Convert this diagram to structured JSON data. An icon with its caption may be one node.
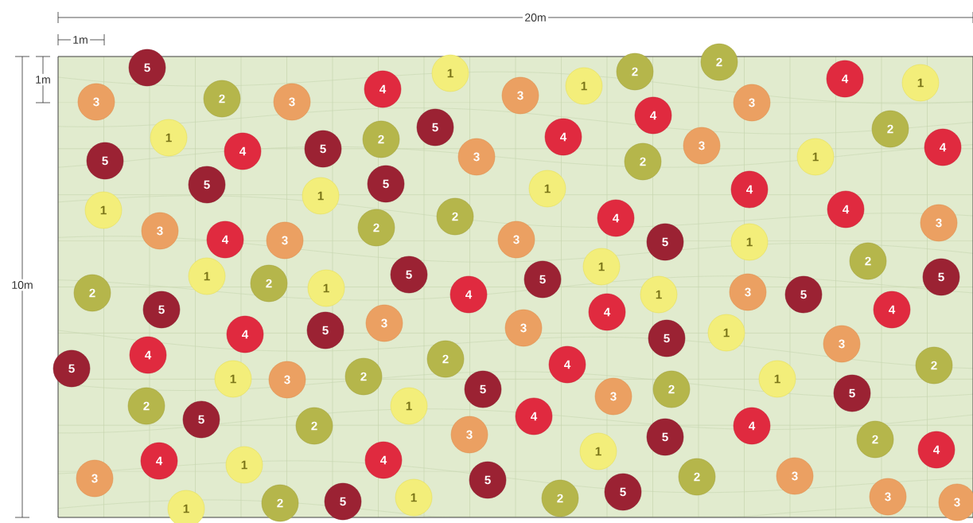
{
  "diagram": {
    "nodes": [
      {
        "text": [
          "5"
        ]
      },
      {
        "text": [
          "2"
        ]
      },
      {
        "text": [
          "1"
        ]
      },
      {
        "text": [
          "2"
        ]
      },
      {
        "text": [
          "4"
        ]
      },
      {
        "text": [
          "1"
        ]
      },
      {
        "text": [
          "4"
        ]
      },
      {
        "text": [
          "1"
        ]
      },
      {
        "text": [
          "3"
        ]
      },
      {
        "text": [
          "2"
        ]
      },
      {
        "text": [
          "3"
        ]
      },
      {
        "text": [
          "3"
        ]
      },
      {
        "text": [
          "3"
        ]
      },
      {
        "text": [
          "4"
        ]
      },
      {
        "text": [
          "5"
        ]
      },
      {
        "text": [
          "2"
        ]
      },
      {
        "text": [
          "1"
        ]
      },
      {
        "text": [
          "4"
        ]
      },
      {
        "text": [
          "5"
        ]
      },
      {
        "text": [
          "2"
        ]
      },
      {
        "text": [
          "4"
        ]
      },
      {
        "text": [
          "3"
        ]
      },
      {
        "text": [
          "4"
        ]
      },
      {
        "text": [
          "5"
        ]
      },
      {
        "text": [
          "3"
        ]
      },
      {
        "text": [
          "2"
        ]
      },
      {
        "text": [
          "1"
        ]
      },
      {
        "text": [
          "5"
        ]
      },
      {
        "text": [
          "5"
        ]
      },
      {
        "text": [
          "1"
        ]
      },
      {
        "text": [
          "1"
        ]
      },
      {
        "text": [
          "4"
        ]
      },
      {
        "text": [
          "1"
        ]
      },
      {
        "text": [
          "4"
        ]
      },
      {
        "text": [
          "2"
        ]
      },
      {
        "text": [
          "4"
        ]
      },
      {
        "text": [
          "3"
        ]
      },
      {
        "text": [
          "3"
        ]
      },
      {
        "text": [
          "4"
        ]
      },
      {
        "text": [
          "3"
        ]
      },
      {
        "text": [
          "2"
        ]
      },
      {
        "text": [
          "3"
        ]
      },
      {
        "text": [
          "5"
        ]
      },
      {
        "text": [
          "1"
        ]
      },
      {
        "text": [
          "2"
        ]
      },
      {
        "text": [
          "1"
        ]
      },
      {
        "text": [
          "2"
        ]
      },
      {
        "text": [
          "1"
        ]
      },
      {
        "text": [
          "5"
        ]
      },
      {
        "text": [
          "5"
        ]
      },
      {
        "text": [
          "1"
        ]
      },
      {
        "text": [
          "5"
        ]
      },
      {
        "text": [
          "2"
        ]
      },
      {
        "text": [
          "4"
        ]
      },
      {
        "text": [
          "1"
        ]
      },
      {
        "text": [
          "3"
        ]
      },
      {
        "text": [
          "5"
        ]
      },
      {
        "text": [
          "4"
        ]
      },
      {
        "text": [
          "5"
        ]
      },
      {
        "text": [
          "4"
        ]
      },
      {
        "text": [
          "4"
        ]
      },
      {
        "text": [
          "5"
        ]
      },
      {
        "text": [
          "3"
        ]
      },
      {
        "text": [
          "3"
        ]
      },
      {
        "text": [
          "5"
        ]
      },
      {
        "text": [
          "1"
        ]
      },
      {
        "text": [
          "3"
        ]
      },
      {
        "text": [
          "4"
        ]
      },
      {
        "text": [
          "5"
        ]
      },
      {
        "text": [
          "2"
        ]
      },
      {
        "text": [
          "4"
        ]
      },
      {
        "text": [
          "2"
        ]
      },
      {
        "text": [
          "1"
        ]
      },
      {
        "text": [
          "3"
        ]
      },
      {
        "text": [
          "2"
        ]
      },
      {
        "text": [
          "1"
        ]
      },
      {
        "text": [
          "5"
        ]
      },
      {
        "text": [
          "2"
        ]
      },
      {
        "text": [
          "3"
        ]
      },
      {
        "text": [
          "5"
        ]
      },
      {
        "text": [
          "2"
        ]
      },
      {
        "text": [
          "1"
        ]
      },
      {
        "text": [
          "5"
        ]
      },
      {
        "text": [
          "2"
        ]
      },
      {
        "text": [
          "4"
        ]
      },
      {
        "text": [
          "4"
        ]
      },
      {
        "text": [
          "3"
        ]
      },
      {
        "text": [
          "5"
        ]
      },
      {
        "text": [
          "2"
        ]
      },
      {
        "text": [
          "1"
        ]
      },
      {
        "text": [
          "4"
        ]
      },
      {
        "text": [
          "4"
        ]
      },
      {
        "text": [
          "1"
        ]
      },
      {
        "text": [
          "4"
        ]
      },
      {
        "text": [
          "3"
        ]
      },
      {
        "text": [
          "5"
        ]
      },
      {
        "text": [
          "2"
        ]
      },
      {
        "text": [
          "3"
        ]
      },
      {
        "text": [
          "5"
        ]
      },
      {
        "text": [
          "1"
        ]
      },
      {
        "text": [
          "2"
        ]
      },
      {
        "text": [
          "3"
        ]
      },
      {
        "text": [
          "1"
        ]
      },
      {
        "text": [
          "2"
        ]
      },
      {
        "text": [
          "5"
        ]
      },
      {
        "text": [
          "3"
        ]
      }
    ],
    "labels": [
      "20m",
      "1m",
      "1m",
      "10m"
    ]
  }
}
